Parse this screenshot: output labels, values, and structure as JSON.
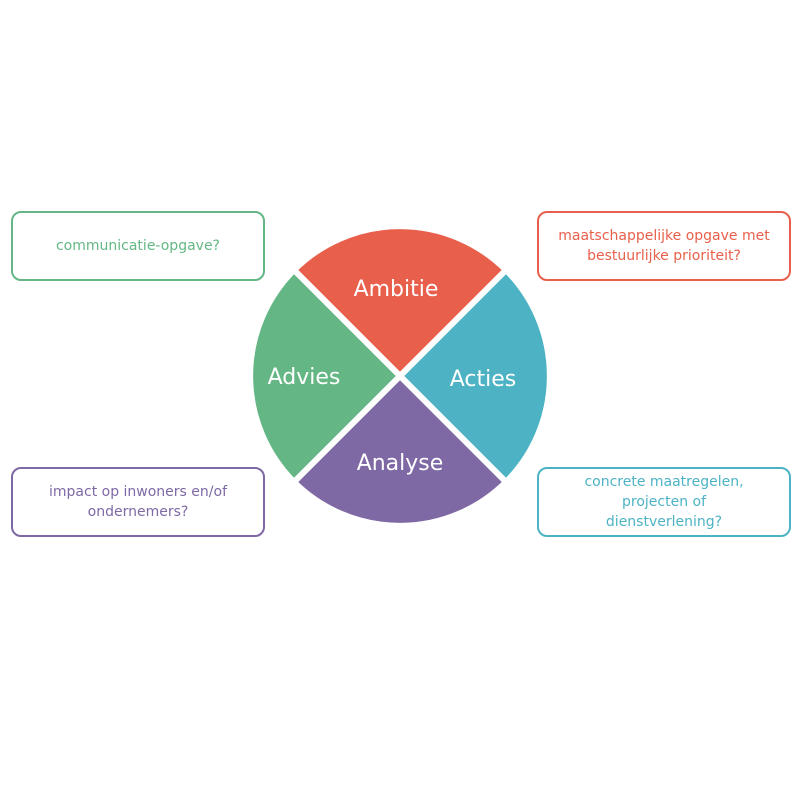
{
  "wheel": {
    "segments": [
      {
        "key": "top",
        "label": "Ambitie",
        "color": "#E8604C"
      },
      {
        "key": "right",
        "label": "Acties",
        "color": "#4DB3C4"
      },
      {
        "key": "bottom",
        "label": "Analyse",
        "color": "#7E69A5"
      },
      {
        "key": "left",
        "label": "Advies",
        "color": "#64B784"
      }
    ]
  },
  "boxes": {
    "top_left": {
      "text": "communicatie-opgave?",
      "color": "#64B784"
    },
    "top_right": {
      "text": "maatschappelijke opgave met\nbestuurlijke prioriteit?",
      "color": "#E8604C"
    },
    "bottom_left": {
      "text": "impact op inwoners en/of\nondernemers?",
      "color": "#7E69A5"
    },
    "bottom_right": {
      "text": "concrete maatregelen, projecten of\ndienstverlening?",
      "color": "#4DB3C4"
    }
  }
}
